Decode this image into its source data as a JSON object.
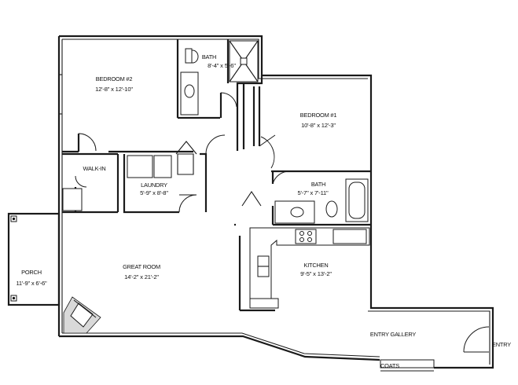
{
  "rooms": {
    "bedroom2": {
      "name": "BEDROOM #2",
      "size": "12'-8\" x 12'-10\""
    },
    "bath2": {
      "name": "BATH",
      "size": "8'-4\" x 5'-6\""
    },
    "bedroom1": {
      "name": "BEDROOM #1",
      "size": "10'-8\" x 12'-3\""
    },
    "walkin": {
      "name": "WALK-IN"
    },
    "laundry": {
      "name": "LAUNDRY",
      "size": "5'-9\" x 8'-8\""
    },
    "bath1": {
      "name": "BATH",
      "size": "5'-7\" x 7'-11\""
    },
    "porch": {
      "name": "PORCH",
      "size": "11'-9\" x 6'-6\""
    },
    "greatroom": {
      "name": "GREAT ROOM",
      "size": "14'-2\" x 21'-2\""
    },
    "kitchen": {
      "name": "KITCHEN",
      "size": "9'-5\" x 13'-2\""
    },
    "entrygallery": {
      "name": "ENTRY GALLERY"
    },
    "entry": {
      "name": "ENTRY"
    },
    "coats": {
      "name": "COATS"
    }
  }
}
